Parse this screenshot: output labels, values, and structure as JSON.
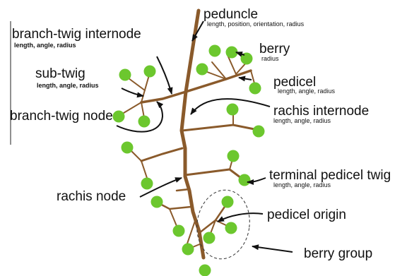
{
  "colors": {
    "stem": "#8a5a2b",
    "berry": "#6cc72e",
    "arrow": "#111111"
  },
  "labels": {
    "peduncle": {
      "title": "peduncle",
      "sub": "length, position, orientation, radius"
    },
    "branch_twig_internode": {
      "title": "branch-twig internode",
      "sub": "length, angle, radius"
    },
    "berry": {
      "title": "berry",
      "sub": "radius"
    },
    "sub_twig": {
      "title": "sub-twig",
      "sub": "length, angle, radius"
    },
    "pedicel": {
      "title": "pedicel",
      "sub": "length, angle, radius"
    },
    "branch_twig_node": {
      "title": "branch-twig node"
    },
    "rachis_internode": {
      "title": "rachis internode",
      "sub": "length, angle, radius"
    },
    "terminal_pedicel_twig": {
      "title": "terminal pedicel twig",
      "sub": "length, angle, radius"
    },
    "rachis_node": {
      "title": "rachis node"
    },
    "pedicel_origin": {
      "title": "pedicel origin"
    },
    "berry_group": {
      "title": "berry group"
    }
  }
}
